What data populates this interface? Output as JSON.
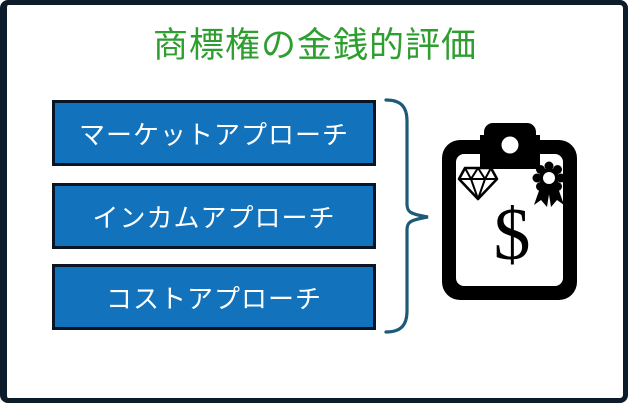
{
  "slide": {
    "title": "商標権の金銭的評価"
  },
  "approaches": [
    {
      "label": "マーケットアプローチ"
    },
    {
      "label": "インカムアプローチ"
    },
    {
      "label": "コストアプローチ"
    }
  ],
  "clipboard": {
    "dollar_symbol": "$",
    "icon_names": [
      "clipboard-icon",
      "diamond-icon",
      "award-ribbon-icon",
      "dollar-sign"
    ]
  },
  "colors": {
    "title_green": "#2f9e31",
    "box_fill": "#1273bc",
    "box_border": "#0a1523",
    "box_text": "#ffffff",
    "brace_blue": "#1d5a78",
    "frame_border": "#0d1c2a",
    "icon_black": "#000000",
    "background": "#ffffff"
  }
}
